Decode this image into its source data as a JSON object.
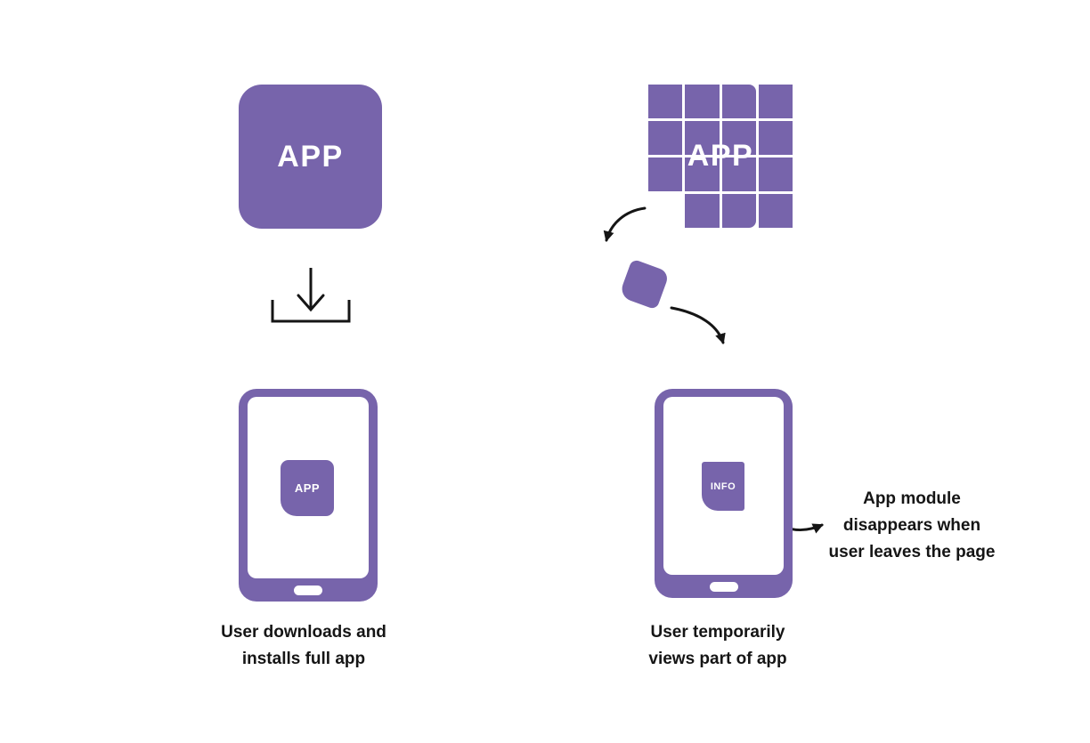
{
  "colors": {
    "purple": "#7764AB",
    "ink": "#151515",
    "background": "#ffffff"
  },
  "left_panel": {
    "app_box_label": "APP",
    "device_module_label": "APP",
    "caption_lines": [
      "User downloads and",
      "installs full app"
    ]
  },
  "right_panel": {
    "app_grid_label": "APP",
    "grid": {
      "rows": 4,
      "cols": 4,
      "missing_tile_row": 3,
      "missing_tile_col": 0
    },
    "device_module_label": "INFO",
    "caption_lines": [
      "User temporarily",
      "views part of app"
    ],
    "annotation_lines": [
      "App module",
      "disappears when",
      "user leaves the page"
    ]
  }
}
